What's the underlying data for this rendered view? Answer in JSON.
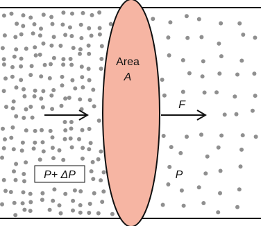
{
  "diagram": {
    "area_label": "Area",
    "area_symbol": "A",
    "force_label": "F",
    "pressure_high_label": "P+ ΔP",
    "pressure_low_label": "P"
  },
  "colors": {
    "disk_fill": "#f6b5a3",
    "stroke": "#111111",
    "particle": "#8f8f8f",
    "background": "#ffffff"
  },
  "density": {
    "left_region": "high",
    "right_region": "low"
  }
}
